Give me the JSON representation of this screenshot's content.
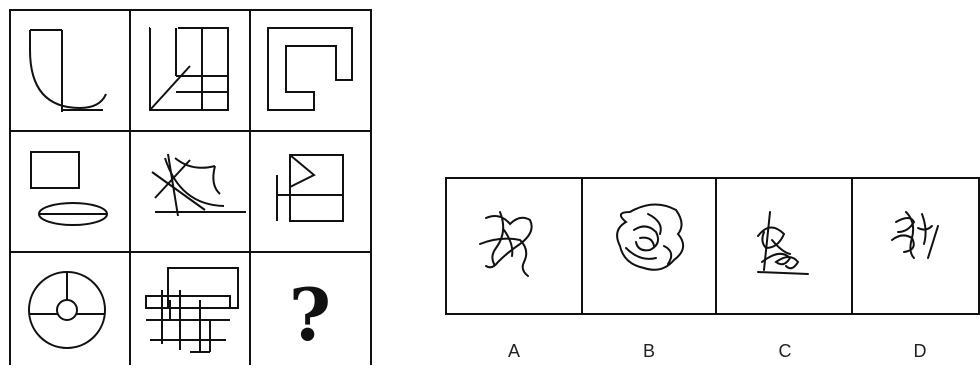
{
  "puzzle_grid": {
    "cells": [
      {
        "name": "u-curve-figure"
      },
      {
        "name": "rect-with-diagonal-figure"
      },
      {
        "name": "square-spiral-figure"
      },
      {
        "name": "rect-and-ellipse-figure"
      },
      {
        "name": "crossed-curve-figure"
      },
      {
        "name": "z-in-rectangle-figure"
      },
      {
        "name": "circle-with-center-figure"
      },
      {
        "name": "overlapping-rects-figure"
      },
      {
        "name": "question-mark",
        "text": "?"
      }
    ]
  },
  "options": [
    {
      "letter": "A"
    },
    {
      "letter": "B"
    },
    {
      "letter": "C"
    },
    {
      "letter": "D"
    }
  ]
}
